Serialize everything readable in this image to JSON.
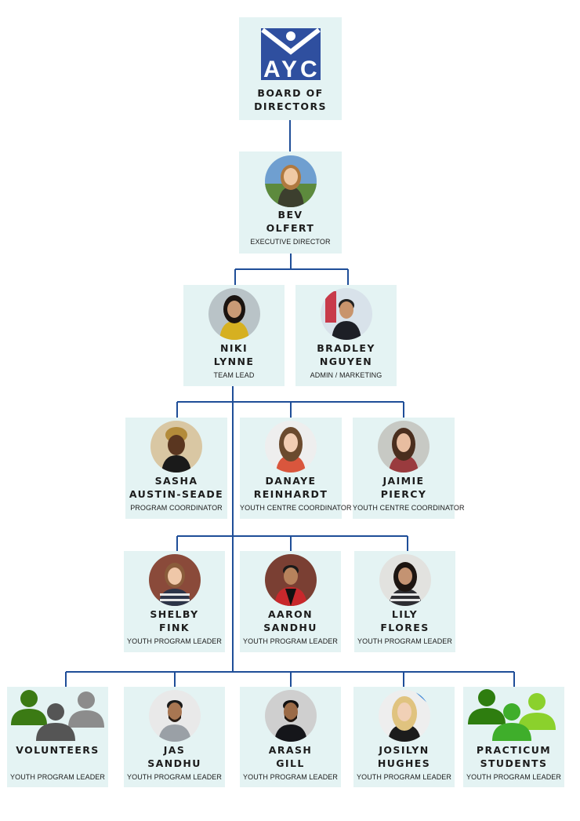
{
  "board": {
    "logo_letters": "AYC",
    "name_line1": "BOARD OF",
    "name_line2": "DIRECTORS"
  },
  "exec": {
    "first": "BEV",
    "last": "OLFERT",
    "role": "EXECUTIVE DIRECTOR"
  },
  "lead": {
    "first": "NIKI",
    "last": "LYNNE",
    "role": "TEAM LEAD"
  },
  "admin": {
    "first": "BRADLEY",
    "last": "NGUYEN",
    "role": "ADMIN / MARKETING"
  },
  "coordinators": [
    {
      "first": "SASHA",
      "last": "AUSTIN-SEADE",
      "role": "PROGRAM COORDINATOR"
    },
    {
      "first": "DANAYE",
      "last": "REINHARDT",
      "role": "YOUTH CENTRE COORDINATOR"
    },
    {
      "first": "JAIMIE",
      "last": "PIERCY",
      "role": "YOUTH CENTRE COORDINATOR"
    }
  ],
  "leaders_row1": [
    {
      "first": "SHELBY",
      "last": "FINK",
      "role": "YOUTH PROGRAM LEADER"
    },
    {
      "first": "AARON",
      "last": "SANDHU",
      "role": "YOUTH PROGRAM LEADER"
    },
    {
      "first": "LILY",
      "last": "FLORES",
      "role": "YOUTH PROGRAM LEADER"
    }
  ],
  "leaders_row2": [
    {
      "first": "VOLUNTEERS",
      "last": "",
      "role": "YOUTH PROGRAM LEADER"
    },
    {
      "first": "JAS",
      "last": "SANDHU",
      "role": "YOUTH PROGRAM LEADER"
    },
    {
      "first": "ARASH",
      "last": "GILL",
      "role": "YOUTH PROGRAM LEADER"
    },
    {
      "first": "JOSILYN",
      "last": "HUGHES",
      "role": "YOUTH PROGRAM LEADER"
    },
    {
      "first": "PRACTICUM",
      "last": "STUDENTS",
      "role": "YOUTH PROGRAM LEADER"
    }
  ],
  "colors": {
    "card_bg": "#e4f3f3",
    "connector": "#1f4e98",
    "logo_blue": "#2f4f9f",
    "volunteer_icons": [
      "#3b7a14",
      "#555555",
      "#8c8c8c"
    ],
    "practicum_icons": [
      "#2e7d0f",
      "#3fae2b",
      "#8bd12c"
    ]
  },
  "icons": {
    "volunteers": "people-group-icon",
    "practicum": "people-group-icon"
  }
}
